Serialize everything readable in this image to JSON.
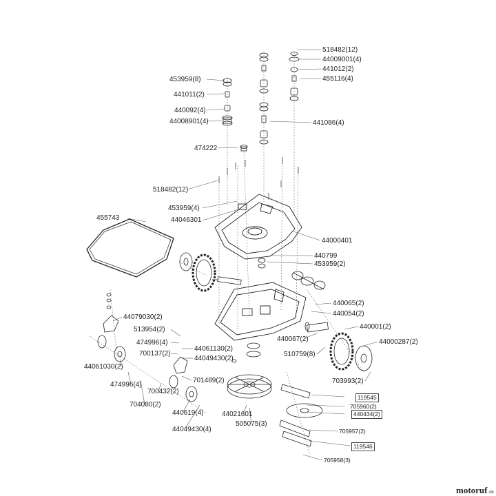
{
  "labels": {
    "p518482_top": "518482(12)",
    "p44009001": "44009001(4)",
    "p441012": "441012(2)",
    "p455116": "455116(4)",
    "p453959_top": "453959(8)",
    "p441011": "441011(2)",
    "p440092": "440092(4)",
    "p44008901": "44008901(4)",
    "p441086": "441086(4)",
    "p474222": "474222",
    "p518482_mid": "518482(12)",
    "p453959_mid": "453959(4)",
    "p44046301": "44046301",
    "p455743": "455743",
    "p44000401": "44000401",
    "p440799": "440799",
    "p453959_low": "453959(2)",
    "p44079030": "44079030(2)",
    "p440065": "440065(2)",
    "p440054": "440054(2)",
    "p513954": "513954(2)",
    "p440001": "440001(2)",
    "p474996_a": "474996(4)",
    "p44061130": "44061130(2)",
    "p440067": "440067(2)",
    "p44000287": "44000287(2)",
    "p700137": "700137(2)",
    "p44049430_a": "44049430(2)",
    "p510759": "510759(8)",
    "p44061030": "44061030(2)",
    "p701489": "701489(2)",
    "p474996_b": "474996(4)",
    "p703993": "703993(2)",
    "p700432": "700432(2)",
    "p119545": "119545",
    "p704080": "704080(2)",
    "p705960": "705960(2)",
    "p440619": "440619(4)",
    "p44021601": "44021601",
    "p440434": "440434(2)",
    "p505075": "505075(3)",
    "p705957": "705957(2)",
    "p44049430_b": "44049430(4)",
    "p119546": "119546",
    "p705958": "705958(3)"
  },
  "brand": {
    "name": "motoruf",
    "tld": ".de"
  }
}
